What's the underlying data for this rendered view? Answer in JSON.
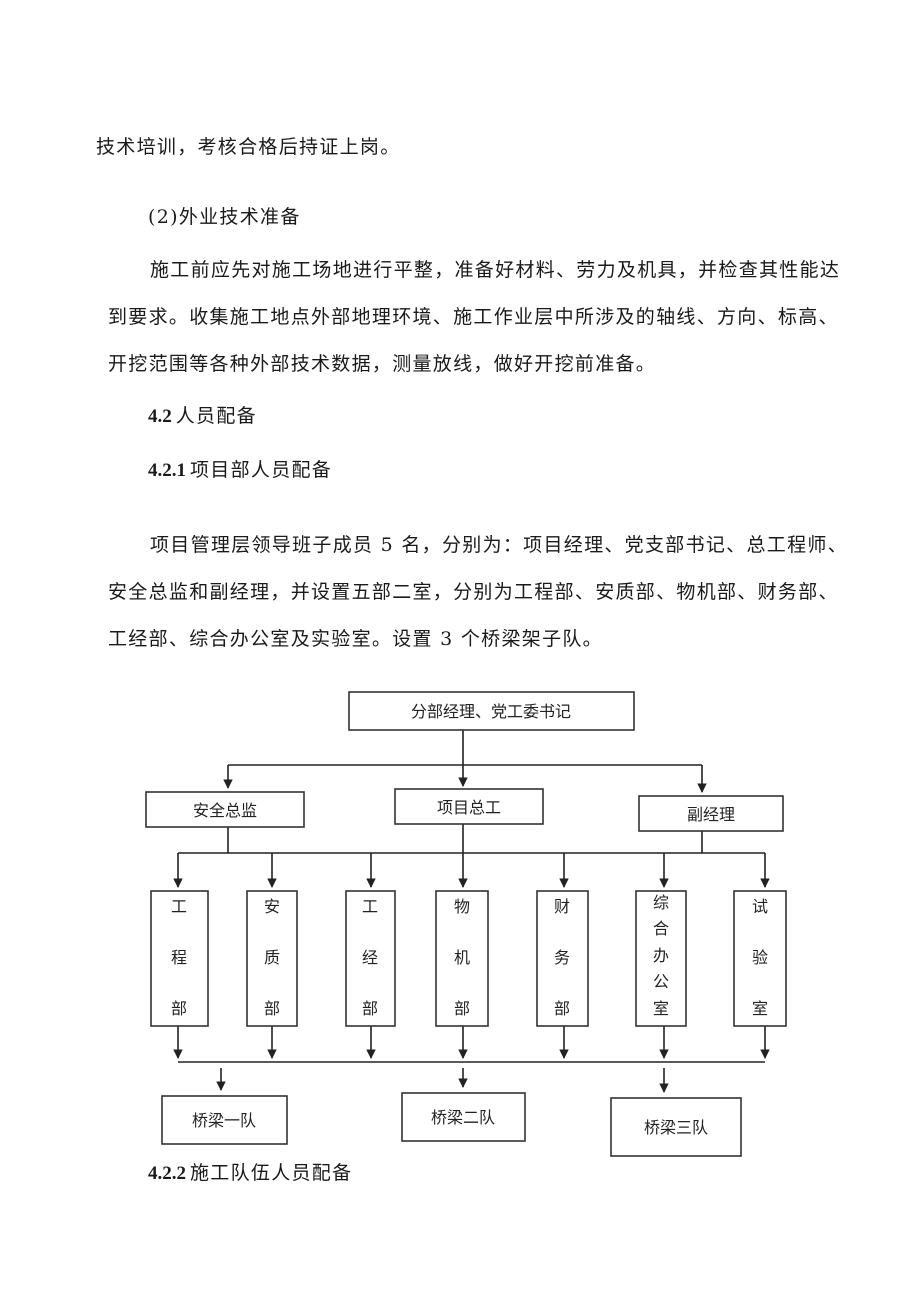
{
  "paragraphs": {
    "p1": "技术培训，考核合格后持证上岗。",
    "p2_heading": "(2)外业技术准备",
    "p3_line1": "施工前应先对施工场地进行平整，准备好材料、劳力及机具，并检查其性能达",
    "p3_line2": "到要求。收集施工地点外部地理环境、施工作业层中所涉及的轴线、方向、标高、",
    "p3_line3": "开挖范围等各种外部技术数据，测量放线，做好开挖前准备。",
    "p4_line1": "项目管理层领导班子成员 5 名，分别为：项目经理、党支部书记、总工程师、",
    "p4_line2": "安全总监和副经理，并设置五部二室，分别为工程部、安质部、物机部、财务部、",
    "p4_line3": "工经部、综合办公室及实验室。设置 3 个桥梁架子队。"
  },
  "headings": {
    "h42_num": "4.2",
    "h42_text": "人员配备",
    "h421_num": "4.2.1",
    "h421_text": "项目部人员配备",
    "h422_num": "4.2.2",
    "h422_text": "施工队伍人员配备"
  },
  "org_chart": {
    "top": "分部经理、党工委书记",
    "level2": [
      "安全总监",
      "项目总工",
      "副经理"
    ],
    "departments": [
      [
        "工",
        "程",
        "部"
      ],
      [
        "安",
        "质",
        "部"
      ],
      [
        "工",
        "经",
        "部"
      ],
      [
        "物",
        "机",
        "部"
      ],
      [
        "财",
        "务",
        "部"
      ],
      [
        "综",
        "合",
        "办",
        "公",
        "室"
      ],
      [
        "试",
        "验",
        "室"
      ]
    ],
    "teams": [
      "桥梁一队",
      "桥梁二队",
      "桥梁三队"
    ]
  }
}
